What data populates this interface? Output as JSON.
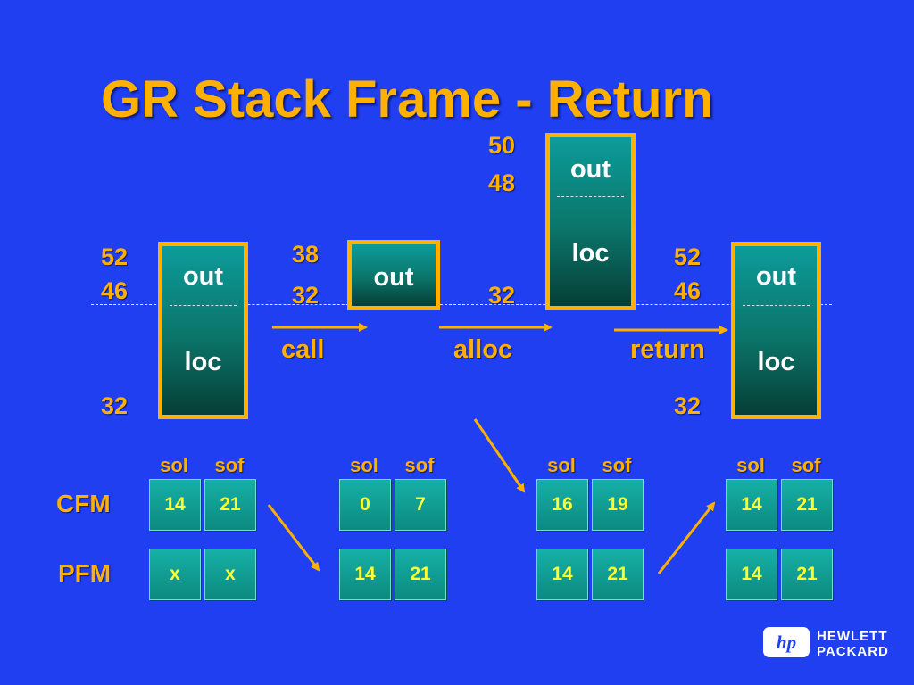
{
  "title": "GR Stack Frame - Return",
  "frames": {
    "f1": {
      "top": "out",
      "bottom": "loc",
      "labels": [
        "52",
        "46",
        "32"
      ]
    },
    "f2": {
      "top": "out",
      "labels": [
        "38",
        "32"
      ]
    },
    "f3": {
      "top": "out",
      "bottom": "loc",
      "labels": [
        "50",
        "48",
        "32"
      ]
    },
    "f4": {
      "top": "out",
      "bottom": "loc",
      "labels": [
        "52",
        "46",
        "32"
      ]
    }
  },
  "ops": [
    "call",
    "alloc",
    "return"
  ],
  "regs": {
    "cfm": "CFM",
    "pfm": "PFM"
  },
  "col_headers": {
    "sol": "sol",
    "sof": "sof"
  },
  "cfm": [
    [
      "14",
      "21"
    ],
    [
      "0",
      "7"
    ],
    [
      "16",
      "19"
    ],
    [
      "14",
      "21"
    ]
  ],
  "pfm": [
    [
      "x",
      "x"
    ],
    [
      "14",
      "21"
    ],
    [
      "14",
      "21"
    ],
    [
      "14",
      "21"
    ]
  ],
  "logo": {
    "mark": "hp",
    "line1": "HEWLETT",
    "line2": "PACKARD"
  },
  "colors": {
    "background": "#1f3ff0",
    "accent": "#ffb000",
    "box_text": "#ffff33"
  }
}
